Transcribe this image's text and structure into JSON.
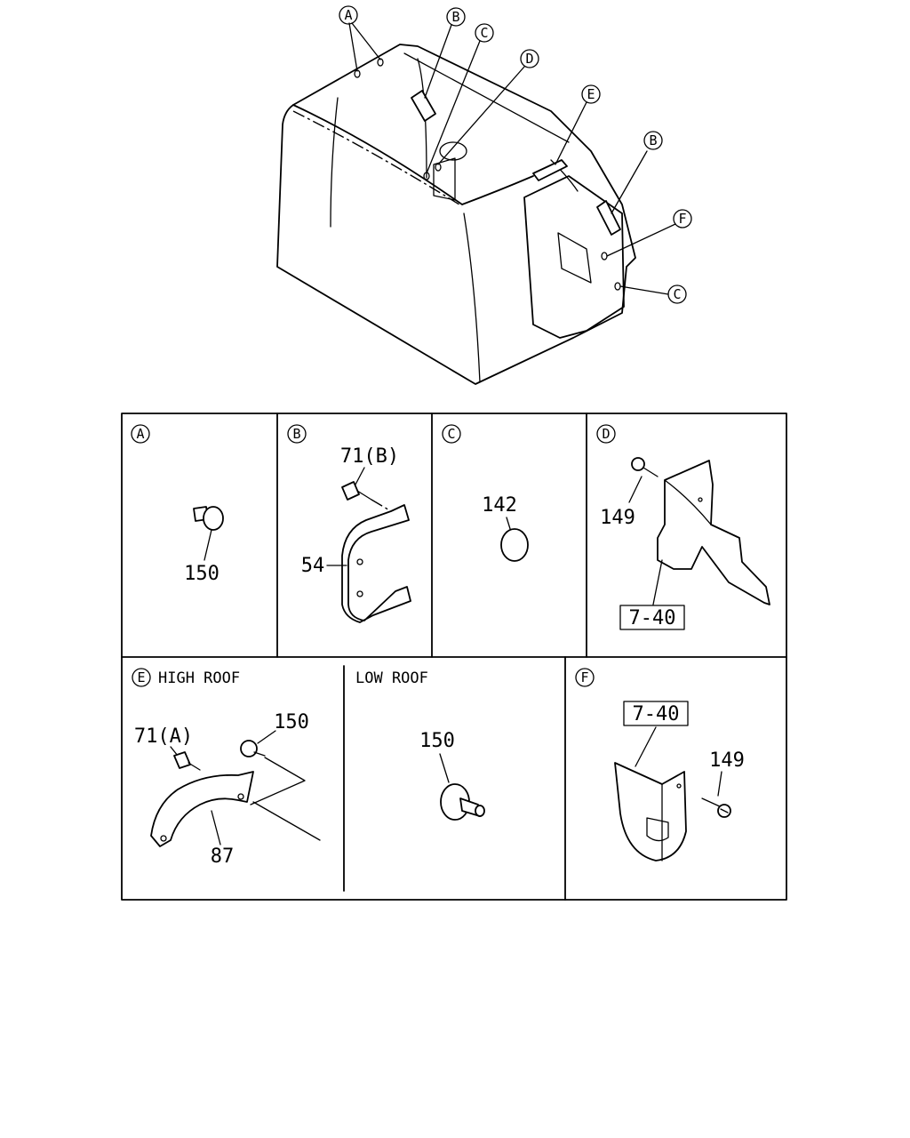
{
  "callouts": {
    "a": "A",
    "b": "B",
    "c": "C",
    "d": "D",
    "e": "E",
    "f": "F"
  },
  "panels": {
    "a": {
      "letter": "A",
      "part": "150"
    },
    "b": {
      "letter": "B",
      "screw": "71(B)",
      "handle": "54"
    },
    "c": {
      "letter": "C",
      "plug": "142"
    },
    "d": {
      "letter": "D",
      "screw": "149",
      "ref": "7-40"
    },
    "e_high": {
      "letter": "E",
      "title": "HIGH ROOF",
      "screw": "71(A)",
      "clip": "150",
      "handle": "87"
    },
    "e_low": {
      "title": "LOW ROOF",
      "clip": "150"
    },
    "f": {
      "letter": "F",
      "ref": "7-40",
      "screw": "149"
    }
  }
}
